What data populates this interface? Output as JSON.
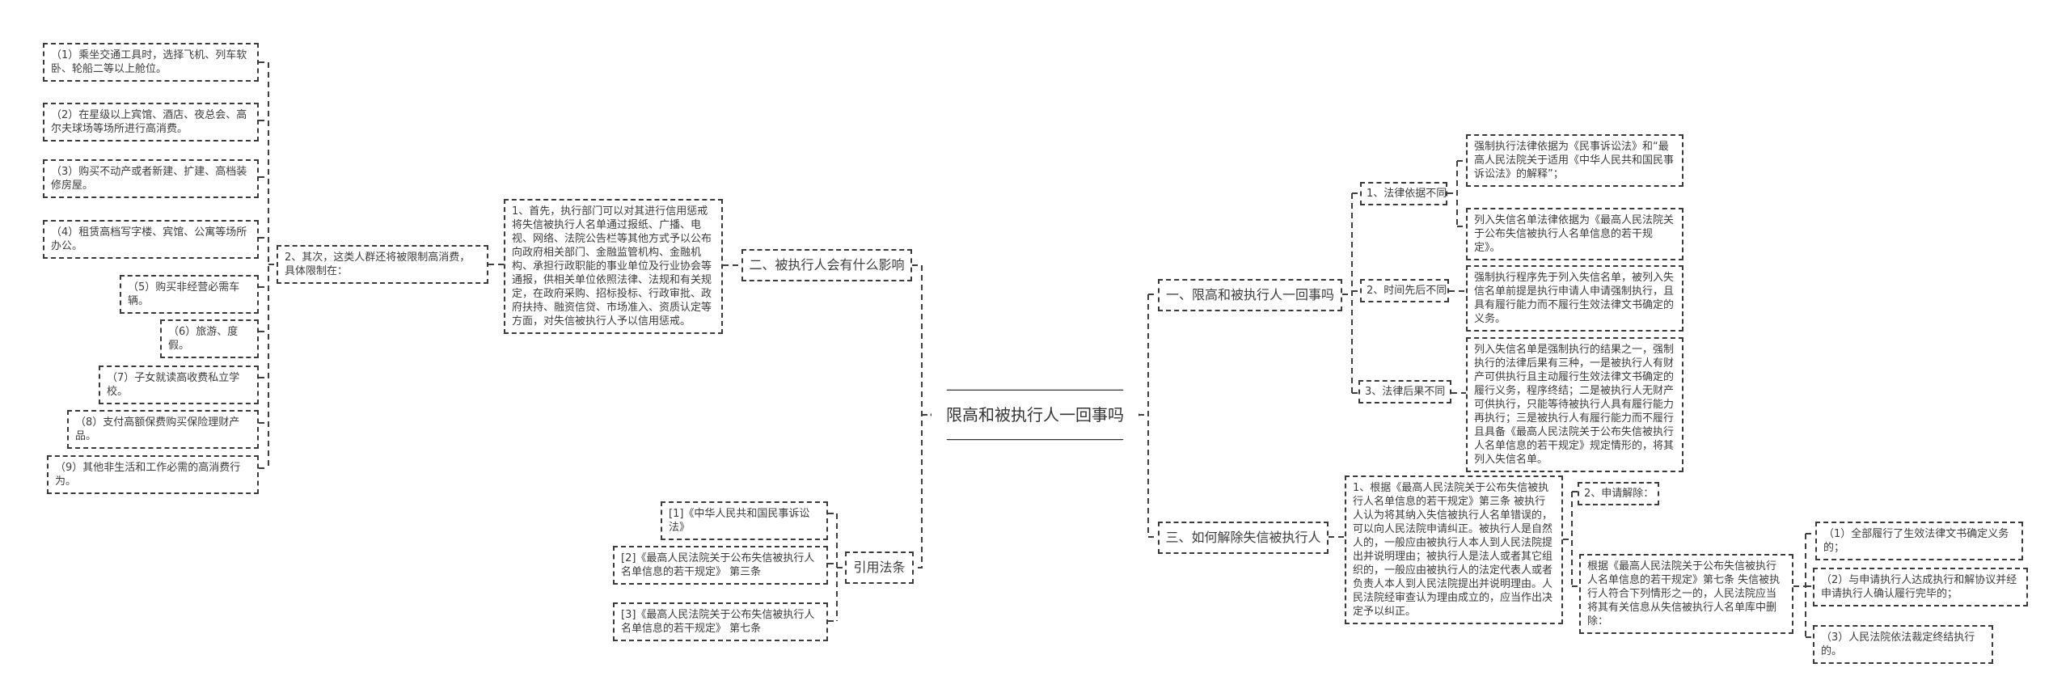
{
  "center": {
    "label": "限高和被执行人一回事吗"
  },
  "left": {
    "influence": {
      "label": "二、被执行人会有什么影响",
      "credit_punishment": "1、首先，执行部门可以对其进行信用惩戒将失信被执行人名单通过报纸、广播、电视、网络、法院公告栏等其他方式予以公布向政府相关部门、金融监管机构、金融机构、承担行政职能的事业单位及行业协会等通报，供相关单位依照法律、法规和有关规定，在政府采购、招标投标、行政审批、政府扶持、融资信贷、市场准入、资质认定等方面，对失信被执行人予以信用惩戒。",
      "consumption_limit": "2、其次，这类人群还将被限制高消费，具体限制在：",
      "restrictions": [
        "（1）乘坐交通工具时，选择飞机、列车软卧、轮船二等以上舱位。",
        "（2）在星级以上宾馆、酒店、夜总会、高尔夫球场等场所进行高消费。",
        "（3）购买不动产或者新建、扩建、高档装修房屋。",
        "（4）租赁高档写字楼、宾馆、公寓等场所办公。",
        "（5）购买非经营必需车辆。",
        "（6）旅游、度假。",
        "（7）子女就读高收费私立学校。",
        "（8）支付高额保费购买保险理财产品。",
        "（9）其他非生活和工作必需的高消费行为。"
      ]
    },
    "citations": {
      "label": "引用法条",
      "items": [
        "[1]《中华人民共和国民事诉讼法》",
        "[2]《最高人民法院关于公布失信被执行人名单信息的若干规定》 第三条",
        "[3]《最高人民法院关于公布失信被执行人名单信息的若干规定》 第七条"
      ]
    }
  },
  "right": {
    "q1": {
      "label": "一、限高和被执行人一回事吗",
      "sub1": {
        "label": "1、法律依据不同",
        "enforcement_basis": "强制执行法律依据为《民事诉讼法》和“最高人民法院关于适用《中华人民共和国民事诉讼法》的解释”；",
        "list_basis": "列入失信名单法律依据为《最高人民法院关于公布失信被执行人名单信息的若干规定》。"
      },
      "sub2": {
        "label": "2、时间先后不同",
        "note": "强制执行程序先于列入失信名单，被列入失信名单前提是执行申请人申请强制执行，且具有履行能力而不履行生效法律文书确定的义务。"
      },
      "sub3": {
        "label": "3、法律后果不同",
        "note": "列入失信名单是强制执行的结果之一，强制执行的法律后果有三种，一是被执行人有财产可供执行且主动履行生效法律文书确定的履行义务，程序终结；二是被执行人无财产可供执行，只能等待被执行人具有履行能力再执行；三是被执行人有履行能力而不履行且具备《最高人民法院关于公布失信被执行人名单信息的若干规定》规定情形的，将其列入失信名单。"
      }
    },
    "q3": {
      "label": "三、如何解除失信被执行人",
      "correction": "1、根据《最高人民法院关于公布失信被执行人名单信息的若干规定》第三条 被执行人认为将其纳入失信被执行人名单错误的，可以向人民法院申请纠正。被执行人是自然人的，一般应由被执行人本人到人民法院提出并说明理由；被执行人是法人或者其它组织的，一般应由被执行人的法定代表人或者负责人本人到人民法院提出并说明理由。人民法院经审查认为理由成立的，应当作出决定予以纠正。",
      "apply": {
        "label": "2、申请解除：",
        "basis": "根据《最高人民法院关于公布失信被执行人名单信息的若干规定》第七条 失信被执行人符合下列情形之一的，人民法院应当将其有关信息从失信被执行人名单库中删除：",
        "conditions": [
          "（1）全部履行了生效法律文书确定义务的；",
          "（2）与申请执行人达成执行和解协议并经申请执行人确认履行完毕的；",
          "（3）人民法院依法裁定终结执行的。"
        ]
      }
    }
  }
}
